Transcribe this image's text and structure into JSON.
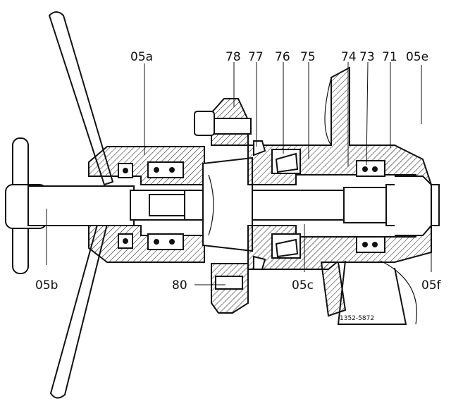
{
  "callouts": {
    "c05a": "05a",
    "c78": "78",
    "c77": "77",
    "c76": "76",
    "c75": "75",
    "c74": "74",
    "c73": "73",
    "c71": "71",
    "c05e": "05e",
    "c05b": "05b",
    "c80": "80",
    "c05c": "05c",
    "c05f": "05f"
  },
  "figure_code": "1352-5872"
}
